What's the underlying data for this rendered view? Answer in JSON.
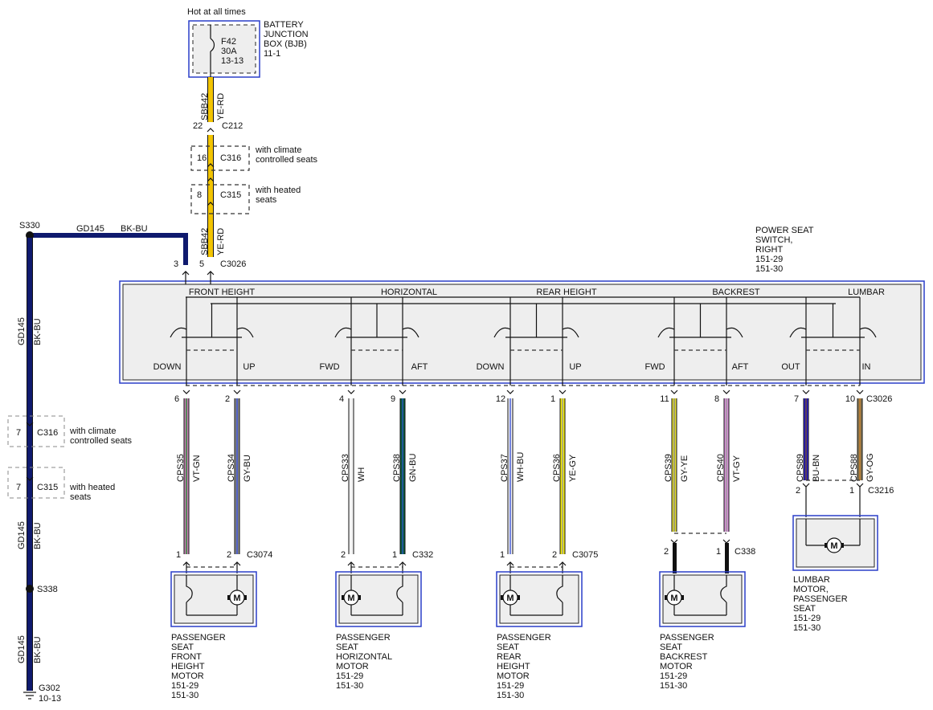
{
  "bjb": {
    "hot_label": "Hot at all times",
    "fuse": [
      "F42",
      "30A",
      "13-13"
    ],
    "name": [
      "BATTERY",
      "JUNCTION",
      "BOX (BJB)",
      "11-1"
    ]
  },
  "feed": {
    "circuit": "SBB42",
    "color_name": "YE-RD",
    "color": "#f2c400",
    "c212_pin": "22",
    "c212": "C212",
    "c316_pin": "16",
    "c316": "C316",
    "c316_note": [
      "with climate",
      "controlled seats"
    ],
    "c315_pin": "8",
    "c315": "C315",
    "c315_note": [
      "with heated",
      "seats"
    ],
    "c3026_pin": "5"
  },
  "ground": {
    "splice_top": "S330",
    "circuit": "GD145",
    "color_name": "BK-BU",
    "color": "#0f1a6e",
    "c3026_pin": "3",
    "c3026": "C3026",
    "c316_pin": "7",
    "c316": "C316",
    "c316_note": [
      "with climate",
      "controlled seats"
    ],
    "c315_pin": "7",
    "c315": "C315",
    "c315_note": [
      "with heated",
      "seats"
    ],
    "splice_bottom": "S338",
    "g302": "G302",
    "g302_ref": "10-13"
  },
  "switch": {
    "name": [
      "POWER SEAT",
      "SWITCH,",
      "RIGHT",
      "151-29",
      "151-30"
    ],
    "sections": [
      "FRONT HEIGHT",
      "HORIZONTAL",
      "REAR HEIGHT",
      "BACKREST",
      "LUMBAR"
    ],
    "bottom_connector": "C3026"
  },
  "wires": [
    {
      "dir": "DOWN",
      "pin": "6",
      "circuit": "CPS35",
      "color_name": "VT-GN",
      "color": "#c87fb4",
      "color2": "#2e8b3a",
      "motor_pin": "1"
    },
    {
      "dir": "UP",
      "pin": "2",
      "circuit": "CPS34",
      "color_name": "GY-BU",
      "color": "#8a8a8a",
      "color2": "#3a4fd1",
      "motor_pin": "2"
    },
    {
      "dir": "FWD",
      "pin": "4",
      "circuit": "CPS33",
      "color_name": "WH",
      "color": "#f4f4f4",
      "color2": "",
      "motor_pin": "2"
    },
    {
      "dir": "AFT",
      "pin": "9",
      "circuit": "CPS38",
      "color_name": "GN-BU",
      "color": "#0b5a3c",
      "color2": "#2b54b8",
      "motor_pin": "1"
    },
    {
      "dir": "DOWN",
      "pin": "12",
      "circuit": "CPS37",
      "color_name": "WH-BU",
      "color": "#f4f4f4",
      "color2": "#4a5ed8",
      "motor_pin": "1"
    },
    {
      "dir": "UP",
      "pin": "1",
      "circuit": "CPS36",
      "color_name": "YE-GY",
      "color": "#f3ec00",
      "color2": "#9a9a9a",
      "motor_pin": "2"
    },
    {
      "dir": "FWD",
      "pin": "11",
      "circuit": "CPS39",
      "color_name": "GY-YE",
      "color": "#e2dc2a",
      "color2": "#8a8a8a",
      "motor_pin": "2"
    },
    {
      "dir": "AFT",
      "pin": "8",
      "circuit": "CPS40",
      "color_name": "VT-GY",
      "color": "#d78fd6",
      "color2": "#9a9a9a",
      "motor_pin": "1"
    },
    {
      "dir": "OUT",
      "pin": "7",
      "circuit": "CPS89",
      "color_name": "BU-BN",
      "color": "#2a1fc4",
      "color2": "#6b4a2a",
      "motor_pin": "2"
    },
    {
      "dir": "IN",
      "pin": "10",
      "circuit": "CPS88",
      "color_name": "GY-OG",
      "color": "#8a7a55",
      "color2": "#c07a2a",
      "motor_pin": "1"
    }
  ],
  "motor_connectors": [
    "C3074",
    "C332",
    "C3075",
    "C338",
    "C3216"
  ],
  "motors": [
    {
      "name": [
        "PASSENGER",
        "SEAT",
        "FRONT",
        "HEIGHT",
        "MOTOR",
        "151-29",
        "151-30"
      ]
    },
    {
      "name": [
        "PASSENGER",
        "SEAT",
        "HORIZONTAL",
        "MOTOR",
        "151-29",
        "151-30"
      ]
    },
    {
      "name": [
        "PASSENGER",
        "SEAT",
        "REAR",
        "HEIGHT",
        "MOTOR",
        "151-29",
        "151-30"
      ]
    },
    {
      "name": [
        "PASSENGER",
        "SEAT",
        "BACKREST",
        "MOTOR",
        "151-29",
        "151-30"
      ]
    },
    {
      "name": [
        "LUMBAR",
        "MOTOR,",
        "PASSENGER",
        "SEAT",
        "151-29",
        "151-30"
      ]
    }
  ],
  "motor_symbol": "M"
}
